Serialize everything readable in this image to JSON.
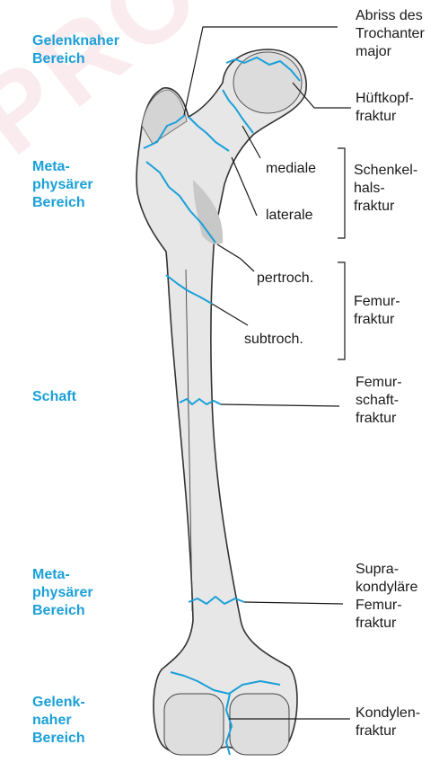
{
  "watermark": "PRO",
  "colors": {
    "region_label": "#1aa0d8",
    "fracture": "#1aa0d8",
    "bone_fill": "#e7e7e7",
    "bone_shade": "#c8c8c8",
    "outline": "#333333"
  },
  "regions": {
    "top": "Gelenknaher\nBereich",
    "upper_meta": "Meta-\nphysärer\nBereich",
    "shaft": "Schaft",
    "lower_meta": "Meta-\nphysärer\nBereich",
    "bottom": "Gelenk-\nnaher\nBereich"
  },
  "labels": {
    "trochanter": "Abriss des\nTrochanter\nmajor",
    "hueftkopf": "Hüftkopf-\nfraktur",
    "mediale": "mediale",
    "laterale": "laterale",
    "schenkelhals": "Schenkel-\nhals-\nfraktur",
    "pertroch": "pertroch.",
    "subtroch": "subtroch.",
    "femur": "Femur-\nfraktur",
    "femurschaft": "Femur-\nschaft-\nfraktur",
    "suprakondylaer": "Supra-\nkondyläre\nFemur-\nfraktur",
    "kondylen": "Kondylen-\nfraktur"
  }
}
